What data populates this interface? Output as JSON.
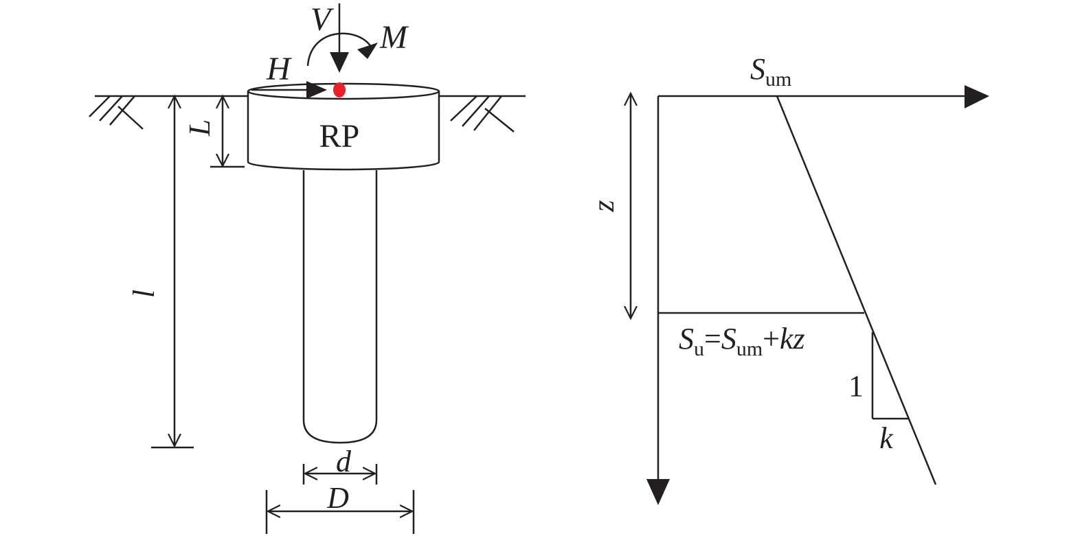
{
  "pile": {
    "label": "RP",
    "load_vertical": "V",
    "load_moment": "M",
    "load_horizontal": "H",
    "dim_skirt": "L",
    "dim_length": "l",
    "dim_pile_diameter": "d",
    "dim_cap_diameter": "D",
    "load_point_color": "#e8202a"
  },
  "profile": {
    "sum_base": "S",
    "sum_sub": "um",
    "depth_var": "z",
    "eq_su_base": "S",
    "eq_su_sub": "u",
    "eq_equals": "=",
    "eq_sum_base": "S",
    "eq_sum_sub": "um",
    "eq_plus": "+",
    "eq_kz": "kz",
    "slope_rise": "1",
    "slope_run": "k"
  }
}
